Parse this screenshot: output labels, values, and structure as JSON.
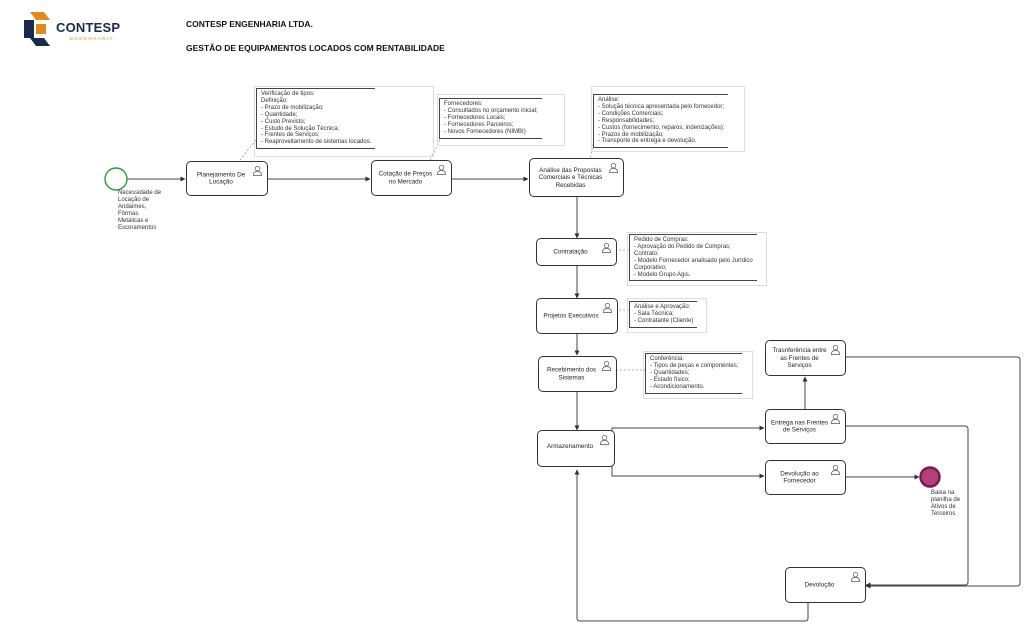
{
  "header": {
    "company": "CONTESP ENGENHARIA LTDA.",
    "subtitle": "GESTÃO DE EQUIPAMENTOS LOCADOS COM RENTABILIDADE",
    "logo_text": "CONTESP",
    "logo_subtext": "ENGENHARIA"
  },
  "colors": {
    "logo_dark": "#1b2a4a",
    "logo_orange": "#e08a1e",
    "start_event": "#2e9a3c",
    "end_event": "#7a1a4a",
    "end_event_fill": "#b3407a"
  },
  "icons": {
    "task_icon": "user-icon",
    "start": "start-event-circle",
    "end": "end-event-circle"
  },
  "events": {
    "start_label": [
      "Necessidade de",
      "Locação de",
      "Andaimes,",
      "Fôrmas",
      "Metálicas e",
      "Escoramentos"
    ],
    "end_label": [
      "Baixa na",
      "planilha de",
      "Ativos de",
      "Terceiros"
    ]
  },
  "tasks": {
    "planejamento": [
      "Planejamento De",
      "Locação"
    ],
    "cotacao": [
      "Cotação de Preços",
      "no Mercado"
    ],
    "analise": [
      "Análise das Propostas",
      "Comerciais e Técnicas",
      "Recebidas"
    ],
    "contratacao": [
      "Contratação"
    ],
    "projetos": [
      "Projetos Executivos"
    ],
    "recebimento": [
      "Recebimento dos",
      "Sistemas"
    ],
    "armazenamento": [
      "Armazenamento"
    ],
    "transferencia": [
      "Trasnferência entre",
      "as Frentes de",
      "Serviços"
    ],
    "entrega": [
      "Entrega nas Frentes",
      "de Serviços"
    ],
    "devolucao_fornecedor": [
      "Devolução ao",
      "Fornecedor"
    ],
    "devolucao": [
      "Devolução"
    ]
  },
  "annotations": {
    "verificacao": [
      "Verificação de tipos:",
      "Definição:",
      "- Prazo de mobilização;",
      "- Quantidade;",
      "- Custo Previsto;",
      "- Estudo de Solução Técnica;",
      "- Frentes de Serviços;",
      "- Reaproveitamento de sistemas locados."
    ],
    "fornecedores": [
      "Fornecedores:",
      "- Consultados no orçamento inicial;",
      "- Fornecedores Locais;",
      "- Fornecedores Parceiros;",
      "- Novos Fornecedores (NIMBI)"
    ],
    "analise": [
      "Análise:",
      "- Solução técnica apresentada pelo fornecedor;",
      "- Condições Comerciais;",
      "- Responsabilidades;",
      "- Custos (fornecimento, reparos, indenizações);",
      "- Prazos de mobilização;",
      "- Transporte de entrega e devolução."
    ],
    "pedido": [
      "Pedido de Compras:",
      "- Aprovação do Pedido de Compras;",
      "Contrato:",
      "- Modelo Fornecedor analisado pelo Jurídico",
      "Corporativo;",
      "- Modelo Grupo Agis."
    ],
    "aprovacao": [
      "Análise e Aprovação:",
      "- Sala Técnica;",
      "- Contratante (Cliente)"
    ],
    "conferencia": [
      "Conferência:",
      "- Tipos de peças e componentes;",
      "- Quantidades;",
      "- Estado físico;",
      "- Acondicionamento."
    ]
  }
}
